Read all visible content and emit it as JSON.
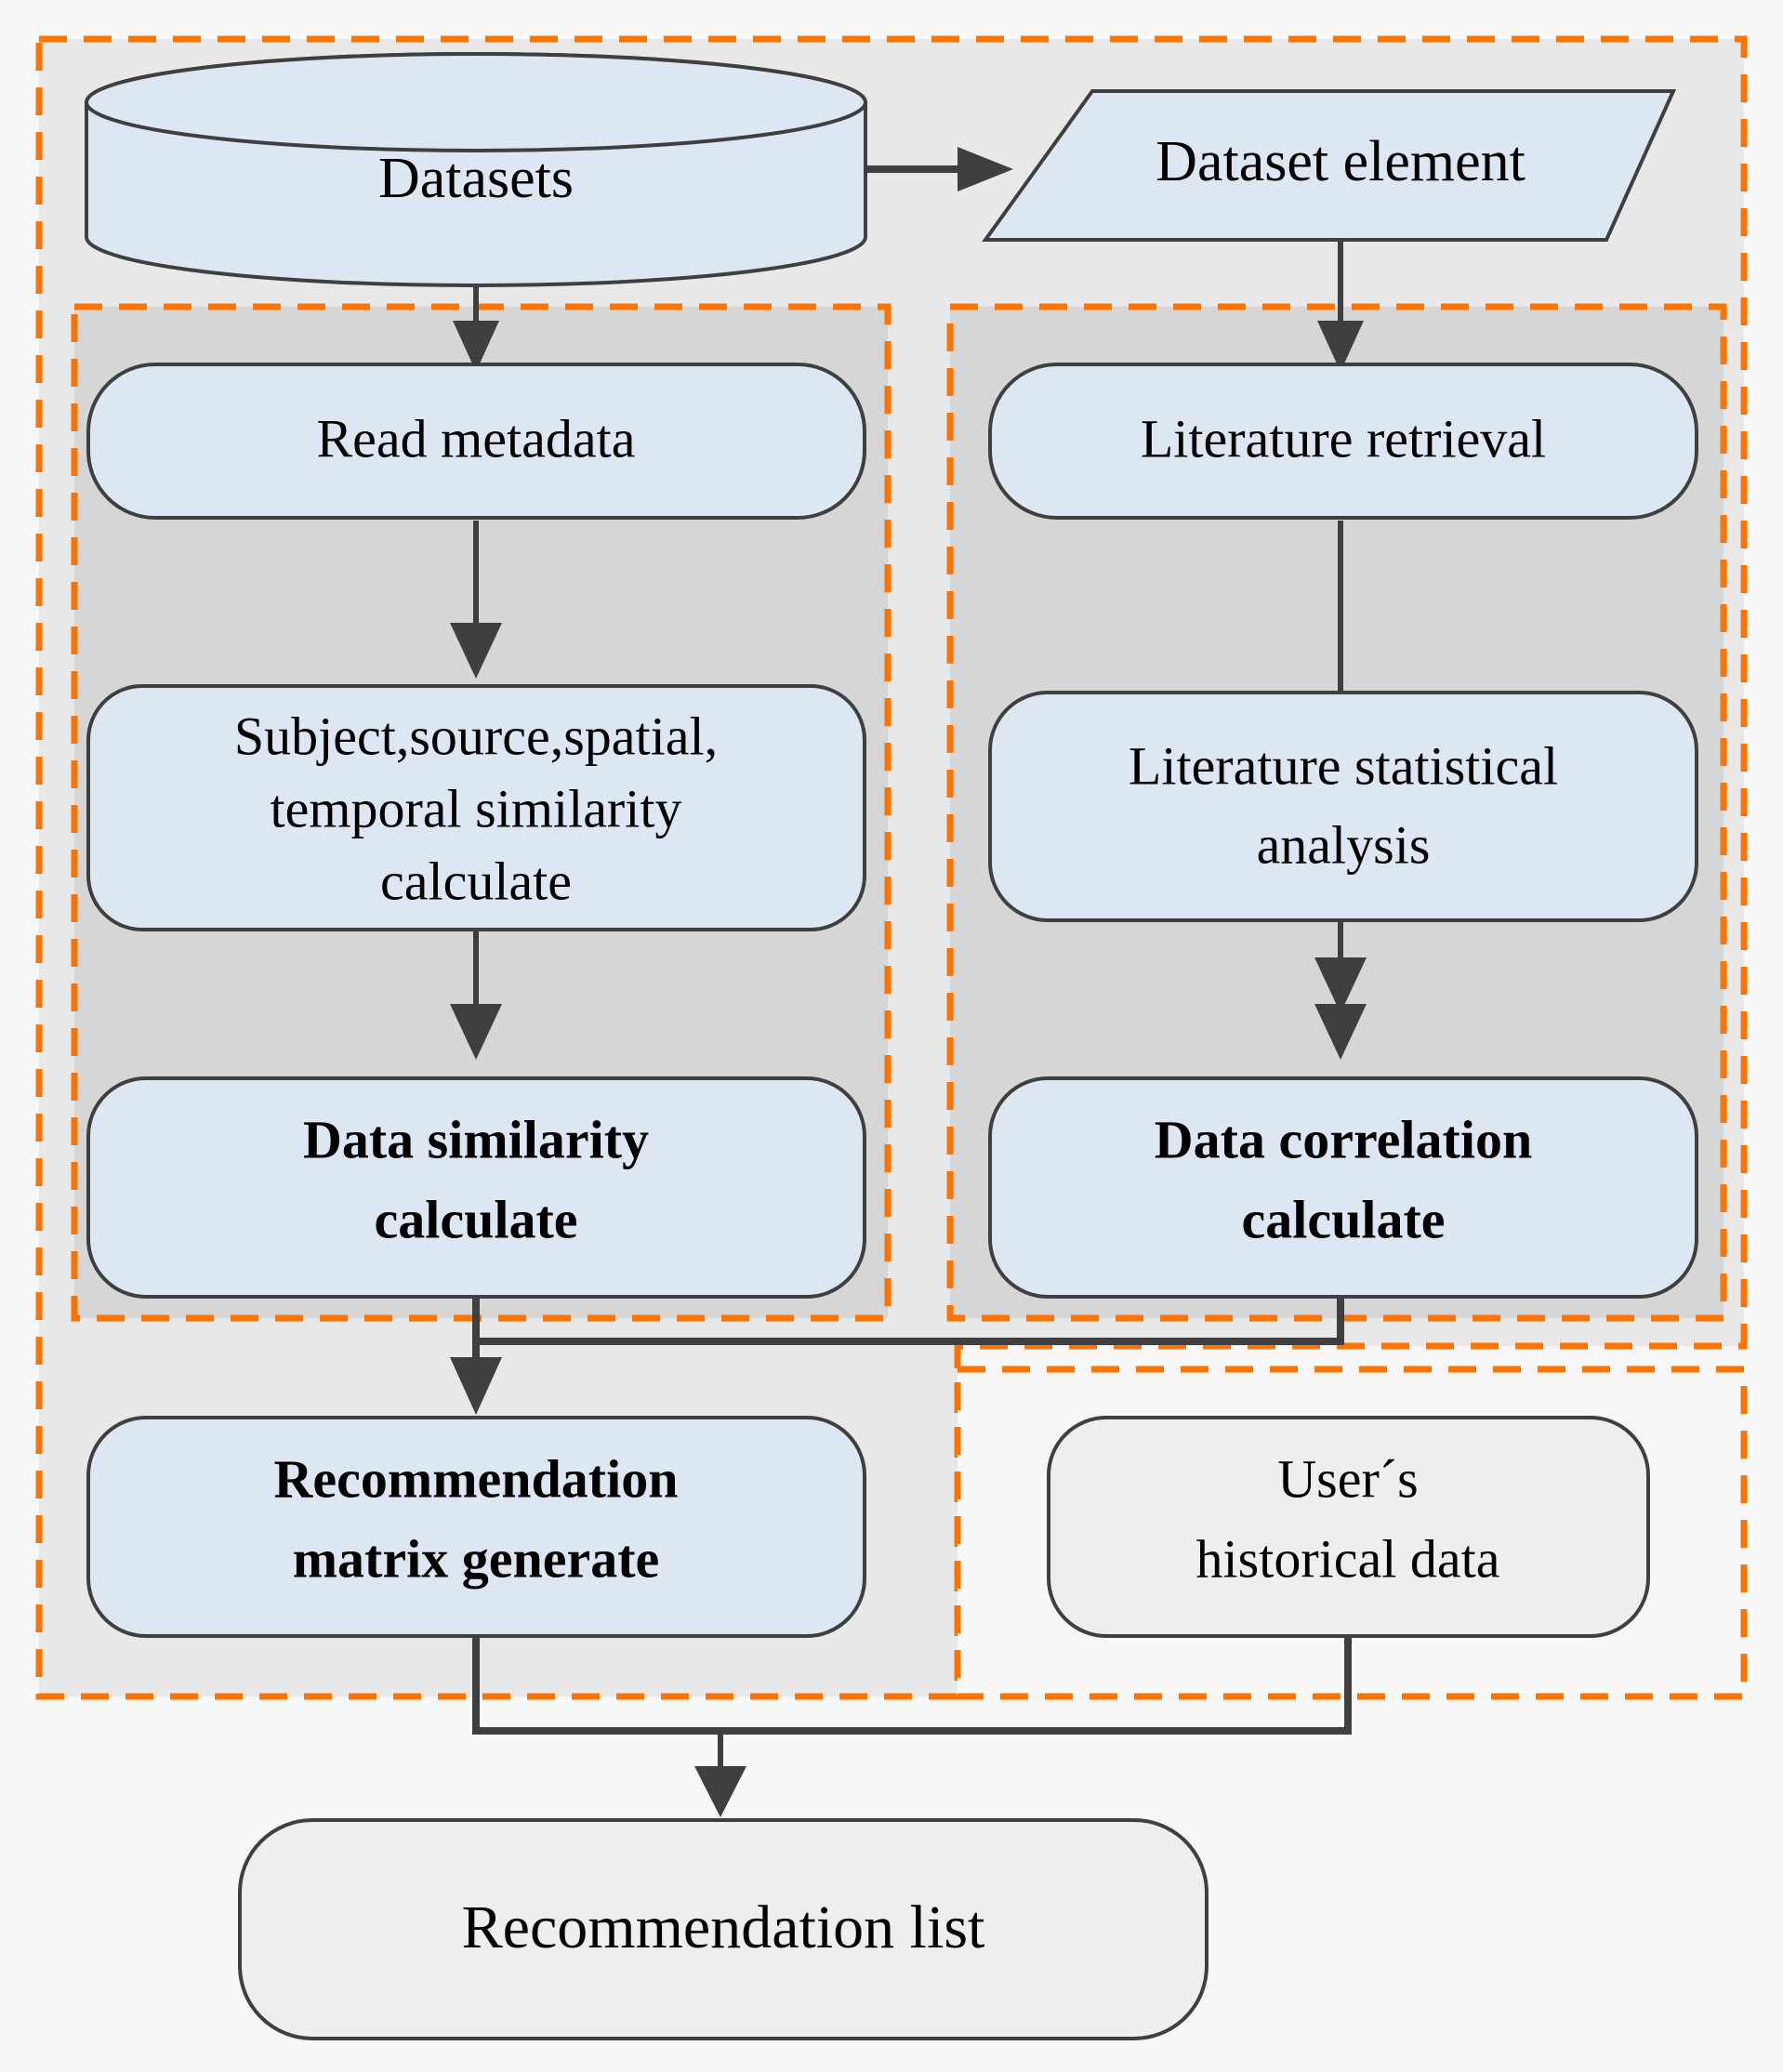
{
  "diagram": {
    "title": "Dataset recommendation workflow flowchart",
    "colors": {
      "region_border": "#ff7300",
      "outer_region_fill": "#e8e8e8",
      "inner_region_fill": "#d6d6d6",
      "process_fill": "#dde7f3",
      "neutral_fill": "#eeeeee",
      "stroke": "#3f3f3f",
      "page_background": "#f7f7f7"
    },
    "nodes": {
      "datasets": {
        "label": "Datasets",
        "shape": "cylinder",
        "fill": "process",
        "bold": false
      },
      "dataset_element": {
        "label": "Dataset element",
        "shape": "parallelogram",
        "fill": "process",
        "bold": false
      },
      "read_metadata": {
        "label": "Read metadata",
        "shape": "rounded-rect",
        "fill": "process",
        "bold": false
      },
      "similarity_inputs": {
        "label_line1": "Subject,source,spatial,",
        "label_line2": "temporal similarity",
        "label_line3": "calculate",
        "shape": "rounded-rect",
        "fill": "process",
        "bold": false
      },
      "data_similarity": {
        "label_line1": "Data similarity",
        "label_line2": "calculate",
        "shape": "rounded-rect",
        "fill": "process",
        "bold": true
      },
      "literature_retrieval": {
        "label": "Literature retrieval",
        "shape": "rounded-rect",
        "fill": "process",
        "bold": false
      },
      "literature_statistical": {
        "label_line1": "Literature statistical",
        "label_line2": "analysis",
        "shape": "rounded-rect",
        "fill": "process",
        "bold": false
      },
      "data_correlation": {
        "label_line1": "Data correlation",
        "label_line2": "calculate",
        "shape": "rounded-rect",
        "fill": "process",
        "bold": true
      },
      "recommendation_matrix": {
        "label_line1": "Recommendation",
        "label_line2": "matrix generate",
        "shape": "rounded-rect",
        "fill": "process",
        "bold": true
      },
      "user_historical_data": {
        "label_line1": "User´s",
        "label_line2": "historical data",
        "shape": "rounded-rect",
        "fill": "neutral",
        "bold": false
      },
      "recommendation_list": {
        "label": "Recommendation list",
        "shape": "rounded-rect",
        "fill": "neutral",
        "bold": false
      }
    },
    "regions": {
      "outer": {
        "name": "recommendation-pipeline-region",
        "style": "dashed-orange"
      },
      "similarity_branch": {
        "name": "data-similarity-branch-region",
        "style": "dashed-orange"
      },
      "correlation_branch": {
        "name": "data-correlation-branch-region",
        "style": "dashed-orange"
      },
      "user_data": {
        "name": "user-data-region",
        "style": "dashed-orange"
      }
    },
    "edges": [
      {
        "from": "datasets",
        "to": "dataset_element",
        "direction": "right"
      },
      {
        "from": "datasets",
        "to": "read_metadata",
        "direction": "down"
      },
      {
        "from": "dataset_element",
        "to": "literature_retrieval",
        "direction": "down"
      },
      {
        "from": "read_metadata",
        "to": "similarity_inputs",
        "direction": "down"
      },
      {
        "from": "similarity_inputs",
        "to": "data_similarity",
        "direction": "down"
      },
      {
        "from": "literature_retrieval",
        "to": "literature_statistical",
        "direction": "down"
      },
      {
        "from": "literature_statistical",
        "to": "data_correlation",
        "direction": "down"
      },
      {
        "from": "data_similarity",
        "to": "recommendation_matrix",
        "direction": "down"
      },
      {
        "from": "data_correlation",
        "to": "recommendation_matrix",
        "direction": "down-left-merge"
      },
      {
        "from": "recommendation_matrix",
        "to": "recommendation_list",
        "direction": "down-merge"
      },
      {
        "from": "user_historical_data",
        "to": "recommendation_list",
        "direction": "down-left-merge"
      }
    ]
  }
}
